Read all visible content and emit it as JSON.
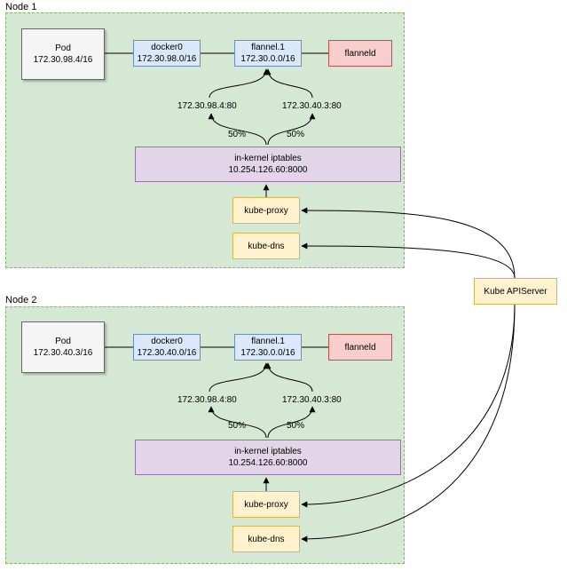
{
  "api_server": {
    "label": "Kube APIServer"
  },
  "nodes": [
    {
      "label": "Node 1",
      "pod": {
        "title": "Pod",
        "ip": "172.30.98.4/16"
      },
      "docker0": {
        "title": "docker0",
        "ip": "172.30.98.0/16"
      },
      "flannel": {
        "title": "flannel.1",
        "ip": "172.30.0.0/16"
      },
      "flanneld": {
        "label": "flanneld"
      },
      "endpoint_left": "172.30.98.4:80",
      "endpoint_right": "172.30.40.3:80",
      "weight_left": "50%",
      "weight_right": "50%",
      "iptables": {
        "title": "in-kernel iptables",
        "ip": "10.254.126.60:8000"
      },
      "kube_proxy": "kube-proxy",
      "kube_dns": "kube-dns"
    },
    {
      "label": "Node 2",
      "pod": {
        "title": "Pod",
        "ip": "172.30.40.3/16"
      },
      "docker0": {
        "title": "docker0",
        "ip": "172.30.40.0/16"
      },
      "flannel": {
        "title": "flannel.1",
        "ip": "172.30.0.0/16"
      },
      "flanneld": {
        "label": "flanneld"
      },
      "endpoint_left": "172.30.98.4:80",
      "endpoint_right": "172.30.40.3:80",
      "weight_left": "50%",
      "weight_right": "50%",
      "iptables": {
        "title": "in-kernel iptables",
        "ip": "10.254.126.60:8000"
      },
      "kube_proxy": "kube-proxy",
      "kube_dns": "kube-dns"
    }
  ]
}
